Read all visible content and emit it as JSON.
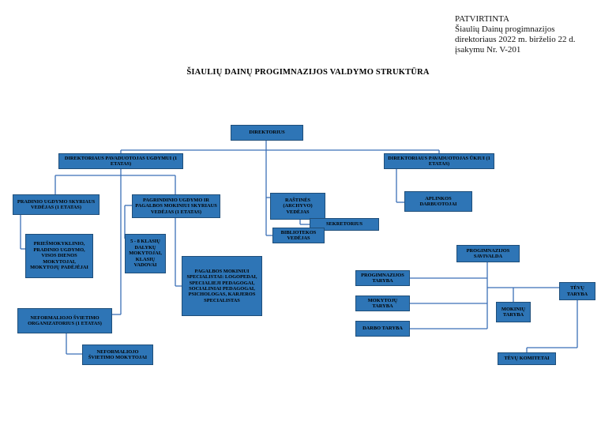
{
  "approval": {
    "line1": "PATVIRTINTA",
    "line2": "Šiaulių Dainų progimnazijos",
    "line3": "direktoriaus 2022 m. birželio 22 d.",
    "line4": "įsakymu Nr. V-201"
  },
  "title": "ŠIAULIŲ DAINŲ PROGIMNAZIJOS VALDYMO STRUKTŪRA",
  "nodes": {
    "director": "DIREKTORIUS",
    "deputy_education": "DIREKTORIAUS PAVADUOTOJAS UGDYMUI (1 etatas)",
    "deputy_economy": "DIREKTORIAUS PAVADUOTOJAS ŪKIUI (1 etatas)",
    "primary_head": "PRADINIO UGDYMO SKYRIAUS VEDĖJAS (1 etatas)",
    "basic_head": "PAGRINDINIO UGDYMO IR PAGALBOS MOKINIUI SKYRIAUS VEDĖJAS (1 etatas)",
    "primary_teachers": "PRIEŠMOKYKLINIO, PRADINIO UGDYMO, VISOS DIENOS MOKYTOJAI, MOKYTOJŲ PADĖJĖJAI",
    "subject_teachers": "5 - 8 KLASIŲ DALYKŲ MOKYTOJAI, KLASIŲ VADOVAI",
    "support_specialists": "PAGALBOS MOKINIUI SPECIALISTAI: LOGOPEDAI, SPECIALIEJI PEDAGOGAI, SOCIALINIAI PEDAGOGAI, PSICHOLOGAS, KARJEROS SPECIALISTAS",
    "nonformal_organizer": "NEFORMALIOJO ŠVIETIMO ORGANIZATORIUS (1 etatas)",
    "nonformal_teachers": "NEFORMALIOJO ŠVIETIMO MOKYTOJAI",
    "archive_head": "RAŠTINĖS (ARCHYVO) VEDĖJAS",
    "secretary": "SEKRETORIUS",
    "library_head": "BIBLIOTEKOS VEDĖJAS",
    "environment_workers": "APLINKOS DARBUOTOJAI",
    "self_government": "PROGIMNAZIJOS SAVIVALDA",
    "school_council": "PROGIMNAZIJOS TARYBA",
    "teachers_council": "MOKYTOJŲ TARYBA",
    "work_council": "DARBO TARYBA",
    "student_council": "MOKINIŲ TARYBA",
    "parents_council": "TĖVŲ TARYBA",
    "parents_committee": "TĖVŲ KOMITETAI"
  },
  "colors": {
    "box_fill": "#2e75b6",
    "box_border": "#1f4e79",
    "connector": "#3b6fb6"
  }
}
